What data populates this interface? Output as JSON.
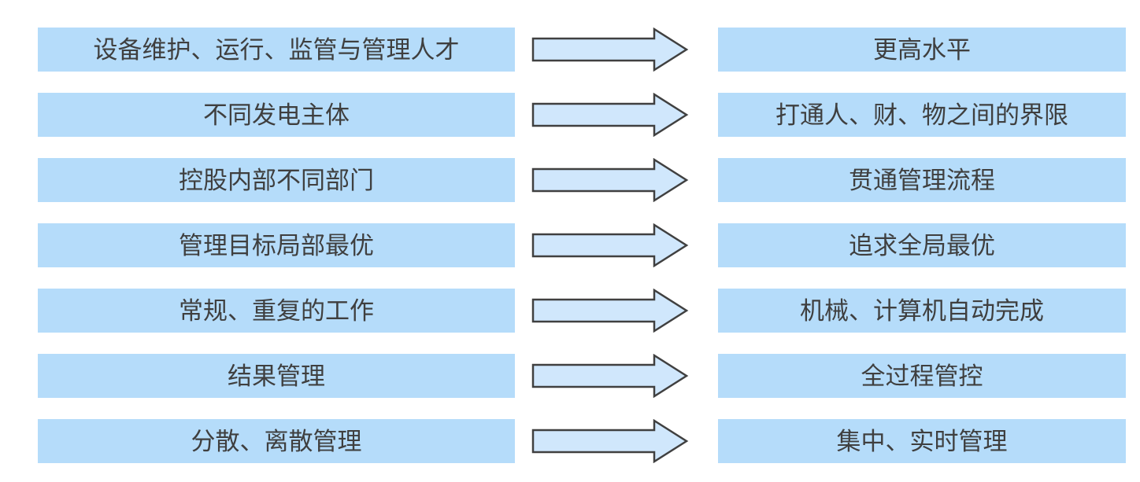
{
  "diagram": {
    "description": "transformation-mapping-diagram",
    "colors": {
      "box_fill": "#B5DCFA",
      "arrow_fill": "#D0E7FC",
      "arrow_outline": "#404040",
      "text": "#3F3F3F",
      "background": "#FFFFFF"
    },
    "rows": [
      {
        "left": "设备维护、运行、监管与管理人才",
        "right": "更高水平"
      },
      {
        "left": "不同发电主体",
        "right": "打通人、财、物之间的界限"
      },
      {
        "left": "控股内部不同部门",
        "right": "贯通管理流程"
      },
      {
        "left": "管理目标局部最优",
        "right": "追求全局最优"
      },
      {
        "left": "常规、重复的工作",
        "right": "机械、计算机自动完成"
      },
      {
        "left": "结果管理",
        "right": "全过程管控"
      },
      {
        "left": "分散、离散管理",
        "right": "集中、实时管理"
      }
    ]
  }
}
